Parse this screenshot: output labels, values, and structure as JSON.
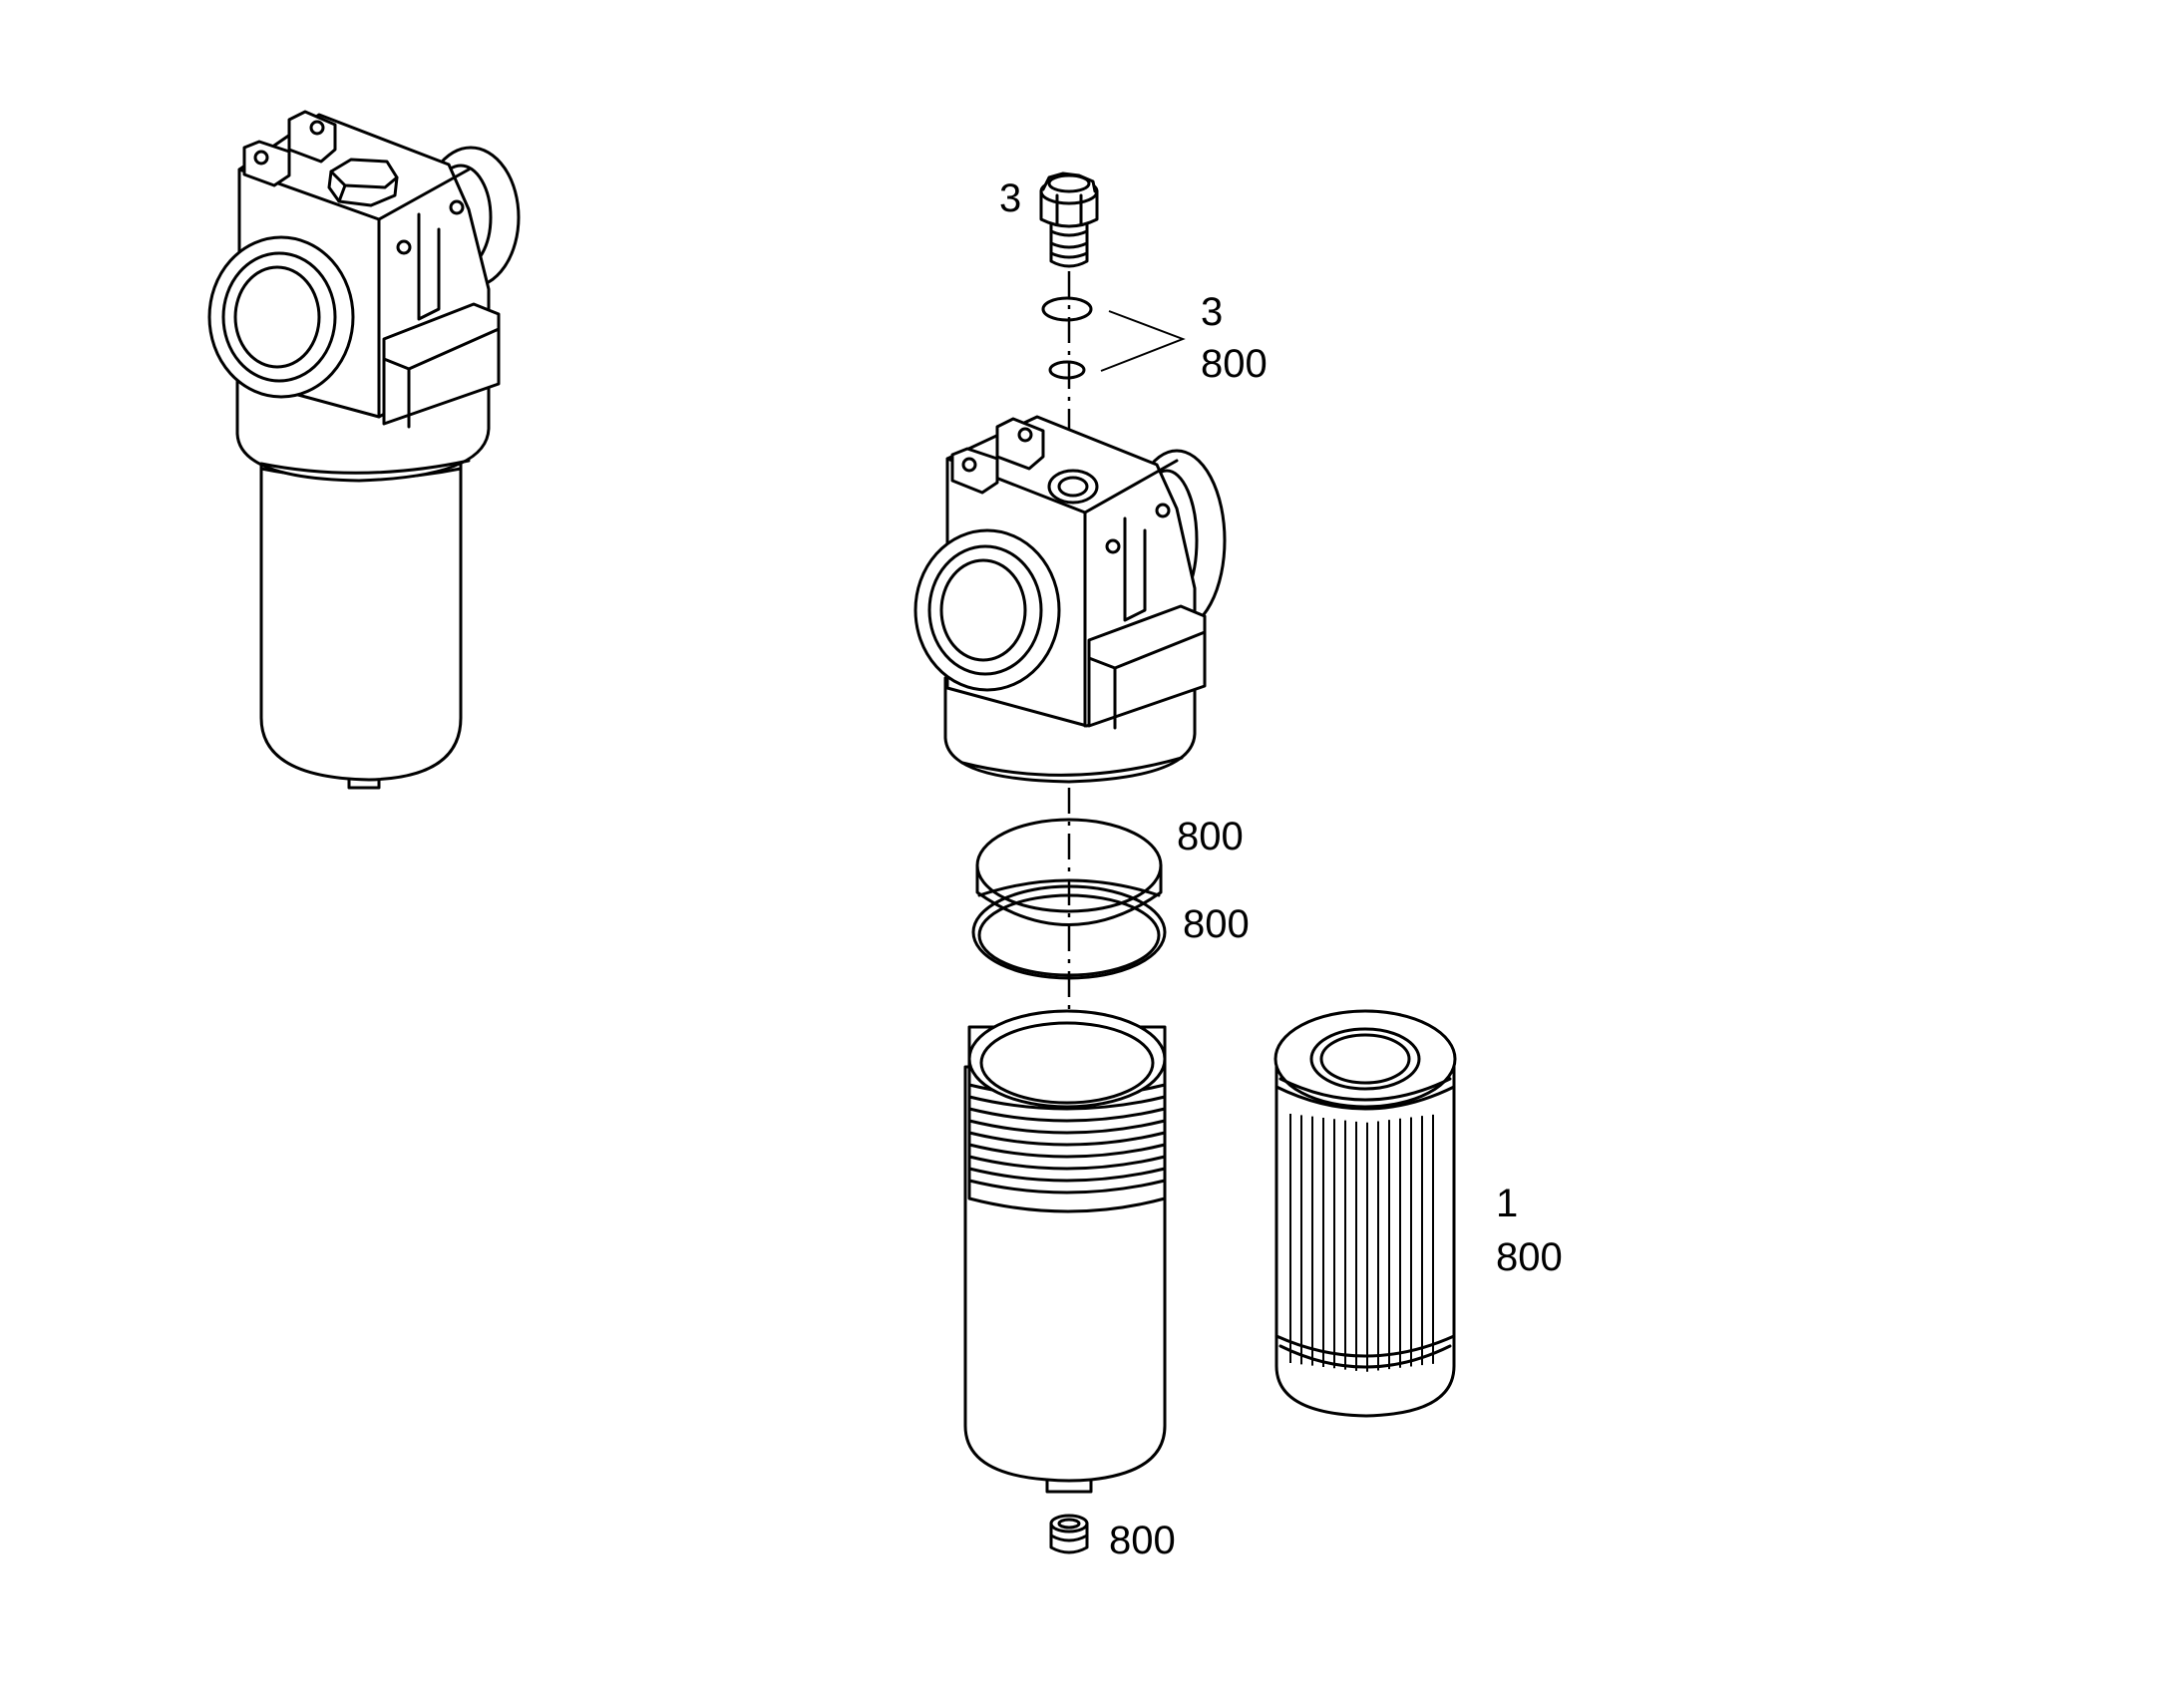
{
  "callouts": {
    "plug_top": "3",
    "orings_top_a": "3",
    "orings_top_b": "800",
    "ring_upper": "800",
    "ring_lower": "800",
    "element_a": "1",
    "element_b": "800",
    "plug_bottom": "800"
  },
  "colors": {
    "line": "#000000",
    "background": "#ffffff"
  }
}
